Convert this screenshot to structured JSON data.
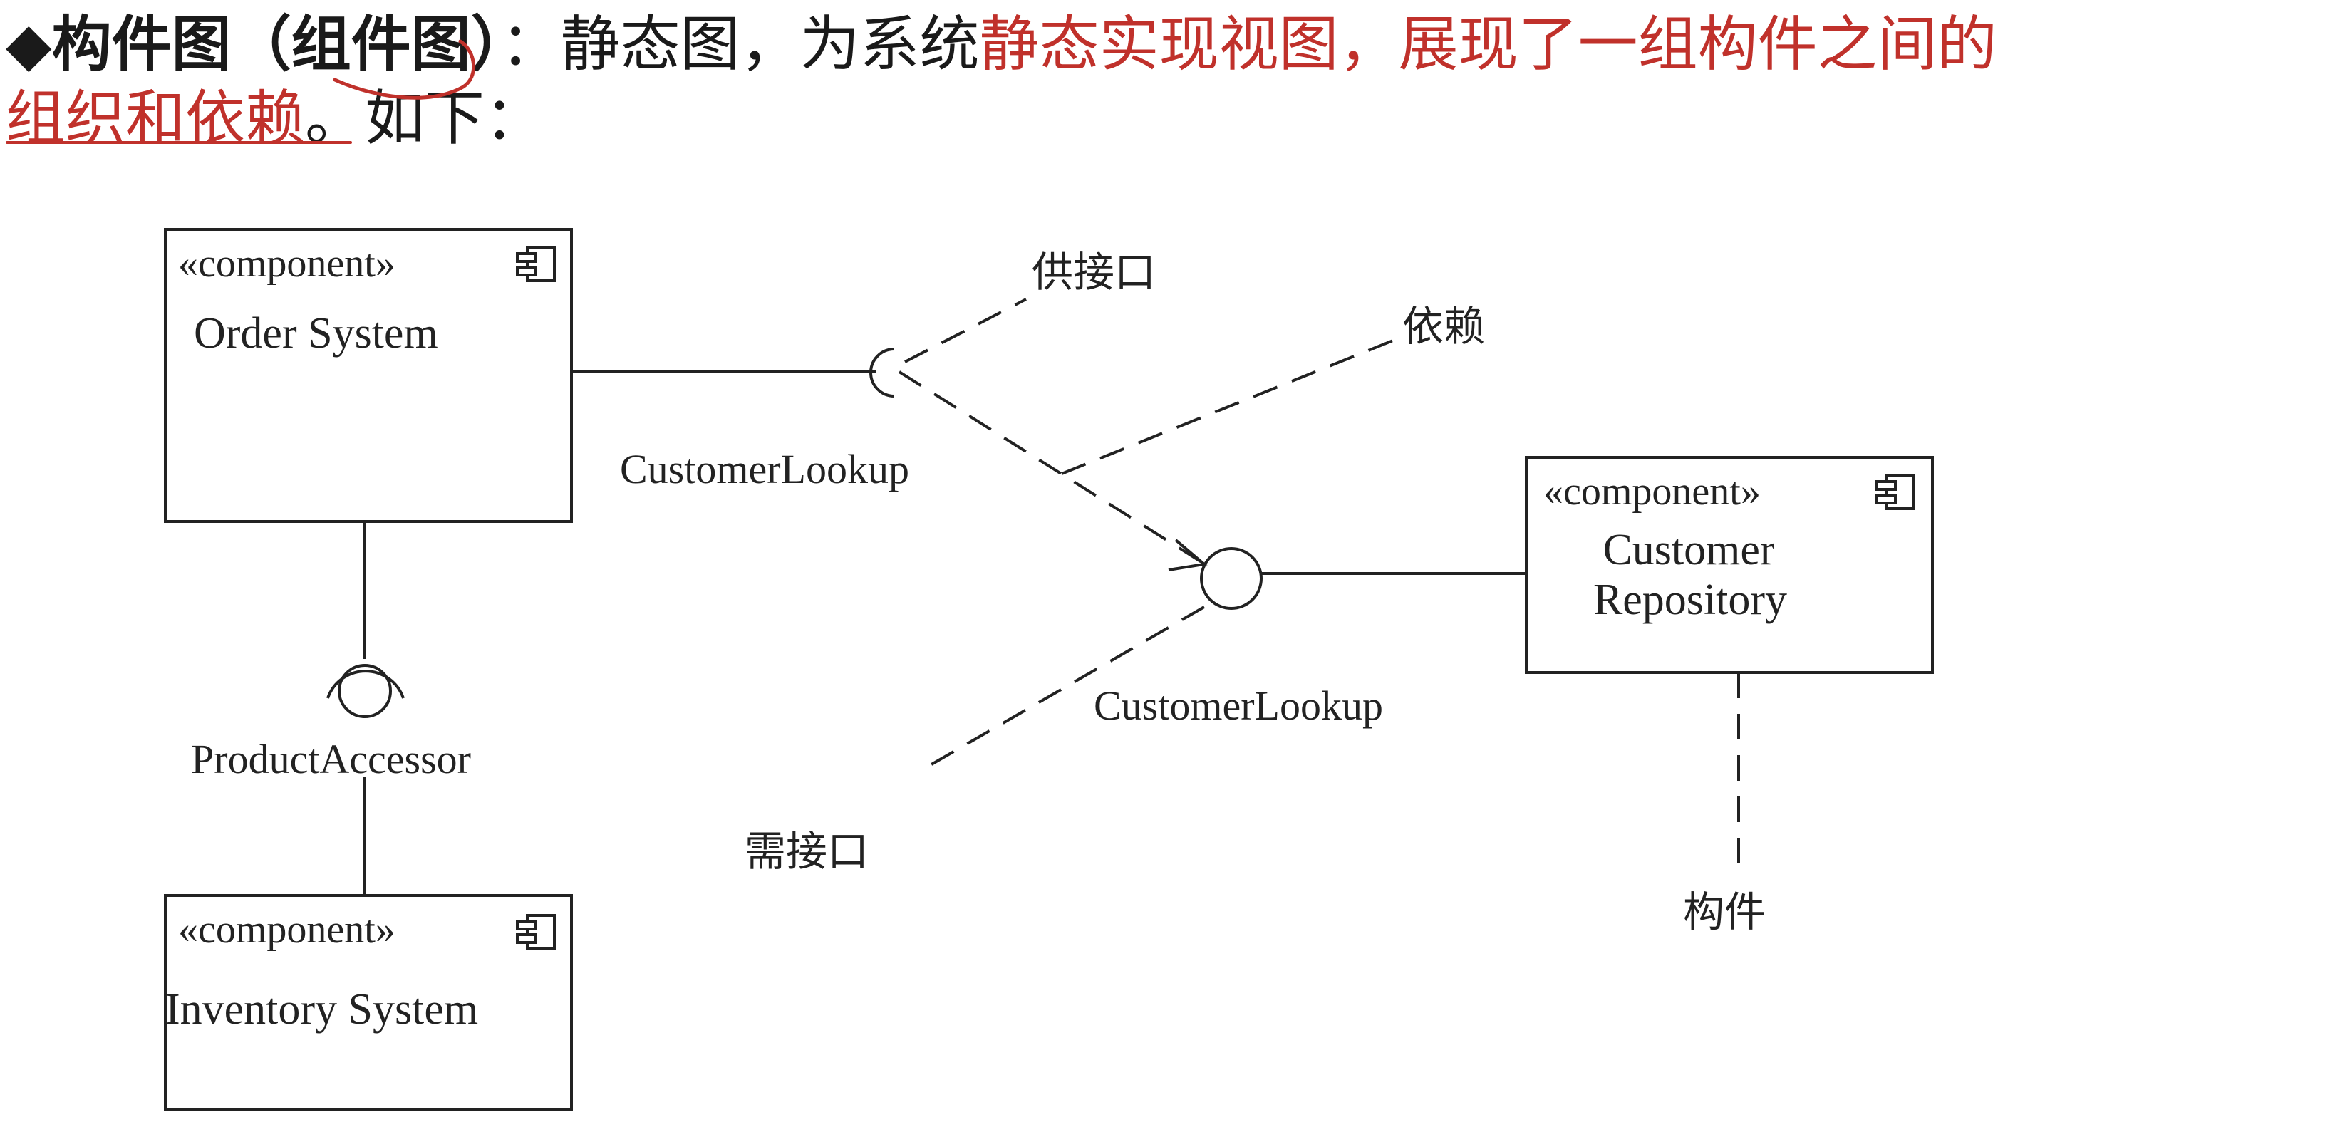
{
  "header": {
    "bullet": "◆",
    "term": "构件图（组件图）",
    "colon": "：",
    "desc_plain": "静态图，为系统",
    "desc_red_1": "静态实现视图，展现了一组构件之间的",
    "desc_red_2": "组织和依赖",
    "desc_end": "。如下："
  },
  "diagram": {
    "order_system": {
      "stereotype": "«component»",
      "name": "Order System"
    },
    "inventory_system": {
      "stereotype": "«component»",
      "name": "Inventory System"
    },
    "customer_repository": {
      "stereotype": "«component»",
      "name_line1": "Customer",
      "name_line2": "Repository"
    },
    "product_accessor": "ProductAccessor",
    "customer_lookup_required": "CustomerLookup",
    "customer_lookup_provided": "CustomerLookup",
    "annotations": {
      "provided_interface": "供接口",
      "dependency": "依赖",
      "required_interface": "需接口",
      "component": "构件"
    }
  },
  "colors": {
    "text": "#1a1a1a",
    "highlight_red": "#c0312b",
    "line": "#222222"
  }
}
